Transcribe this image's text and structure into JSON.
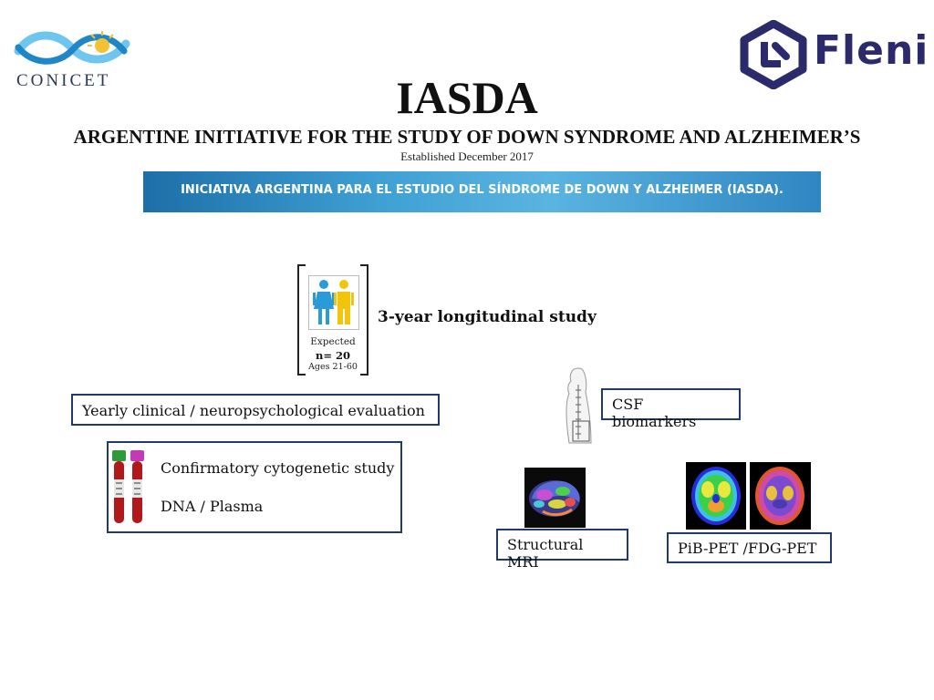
{
  "logos": {
    "left": {
      "text": "CONICET"
    },
    "right": {
      "text": "Fleni"
    }
  },
  "header": {
    "title": "IASDA",
    "subtitle": "ARGENTINE INITIATIVE FOR THE STUDY OF DOWN SYNDROME AND ALZHEIMER’S",
    "established": "Established December 2017",
    "banner": "INICIATIVA ARGENTINA PARA EL ESTUDIO DEL SÍNDROME DE DOWN Y ALZHEIMER (IASDA)."
  },
  "cohort": {
    "expected": "Expected",
    "n": "n= 20",
    "ages": "Ages 21-60"
  },
  "study": {
    "label": "3-year longitudinal study"
  },
  "boxes": {
    "yearly": "Yearly clinical / neuropsychological evaluation",
    "csf": "CSF biomarkers",
    "cytogenetic": "Confirmatory cytogenetic study",
    "dna": "DNA / Plasma",
    "mri": "Structural MRI",
    "pet": "PiB-PET /FDG-PET"
  },
  "colors": {
    "box_border": "#1f3a6b",
    "banner": "#3fa0d4",
    "female_figure": "#2a9ad8",
    "male_figure": "#f2c40c"
  }
}
